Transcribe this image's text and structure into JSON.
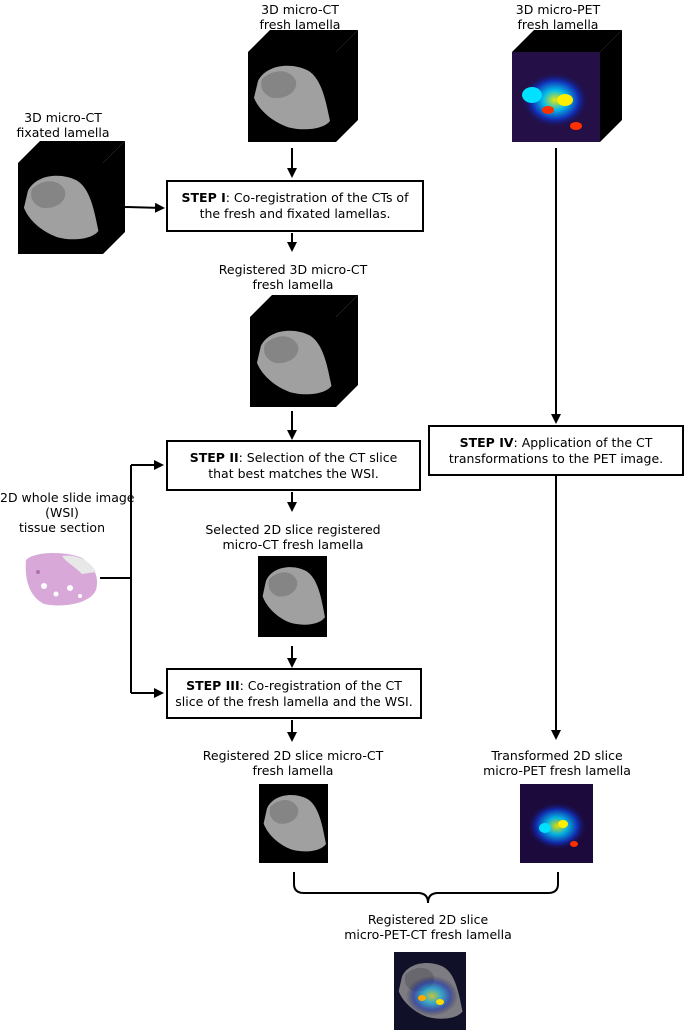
{
  "labels": {
    "ct_fresh": [
      "3D micro-CT",
      "fresh lamella"
    ],
    "pet_fresh": [
      "3D micro-PET",
      "fresh lamella"
    ],
    "ct_fixated": [
      "3D micro-CT",
      "fixated lamella"
    ],
    "registered_3d": [
      "Registered 3D micro-CT",
      "fresh lamella"
    ],
    "wsi": [
      "2D whole slide image",
      "(WSI)",
      "tissue section"
    ],
    "selected_slice": [
      "Selected 2D slice registered",
      "micro-CT fresh lamella"
    ],
    "registered_2d_ct": [
      "Registered 2D slice micro-CT",
      "fresh lamella"
    ],
    "transformed_pet": [
      "Transformed 2D slice",
      "micro-PET fresh lamella"
    ],
    "final": [
      "Registered 2D slice",
      "micro-PET-CT fresh lamella"
    ]
  },
  "steps": {
    "step1": {
      "name": "STEP I",
      "text1": ": Co-registration of the CTs of",
      "text2": "the fresh and fixated lamellas."
    },
    "step2": {
      "name": "STEP II",
      "text1": ": Selection of the CT slice",
      "text2": "that best matches the WSI."
    },
    "step3": {
      "name": "STEP III",
      "text1": ": Co-registration of the CT",
      "text2": "slice of the fresh lamella and the WSI."
    },
    "step4": {
      "name": "STEP IV",
      "text1": ": Application of the CT",
      "text2": "transformations to the PET image."
    }
  }
}
